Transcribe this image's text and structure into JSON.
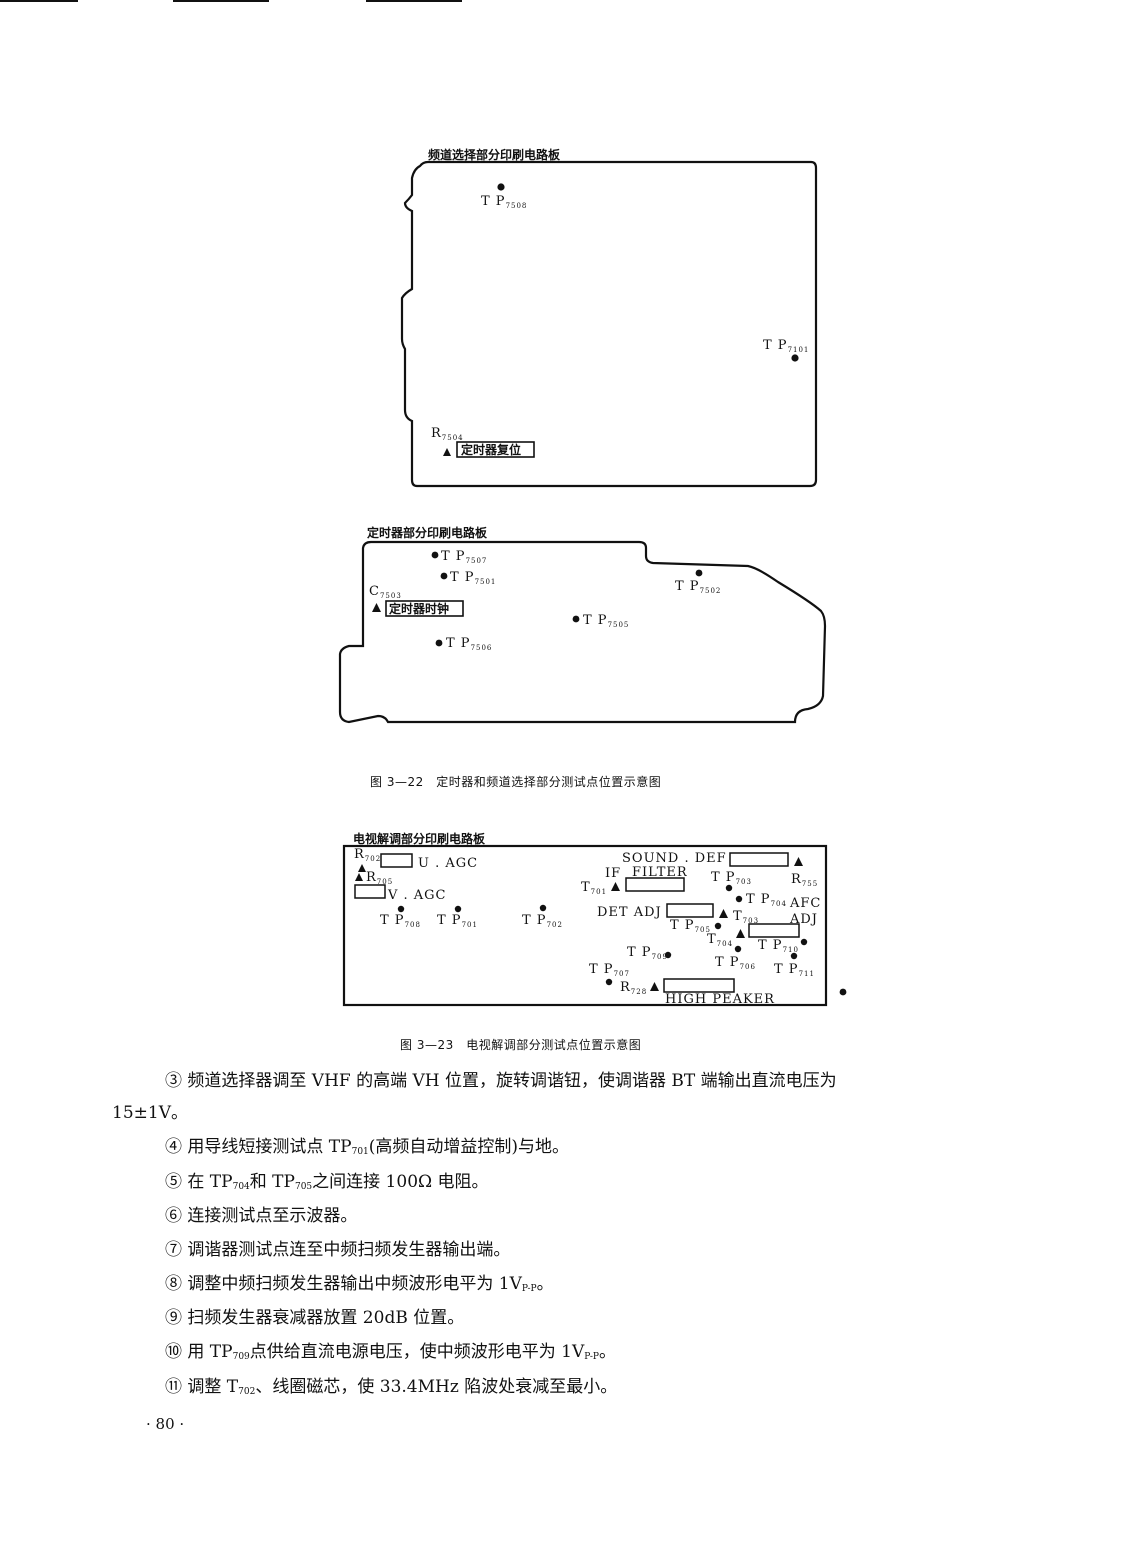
{
  "figure_a": {
    "board_channel_title": "频道选择部分印刷电路板",
    "board_channel": {
      "tp7508": {
        "base": "T P",
        "sub": "7508"
      },
      "tp7101": {
        "base": "T P",
        "sub": "7101"
      },
      "r7504": {
        "base": "R",
        "sub": "7504"
      },
      "box_label": "定时器复位"
    },
    "board_timer_title": "定时器部分印刷电路板",
    "board_timer": {
      "tp7507": {
        "base": "T P",
        "sub": "7507"
      },
      "tp7501": {
        "base": "T P",
        "sub": "7501"
      },
      "tp7502": {
        "base": "T P",
        "sub": "7502"
      },
      "tp7505": {
        "base": "T P",
        "sub": "7505"
      },
      "tp7506": {
        "base": "T P",
        "sub": "7506"
      },
      "c7503": {
        "base": "C",
        "sub": "7503"
      },
      "box_label": "定时器时钟"
    },
    "caption": "图 3—22　定时器和频道选择部分测试点位置示意图"
  },
  "figure_b": {
    "board_title": "电视解调部分印刷电路板",
    "labels": {
      "r702": {
        "base": "R",
        "sub": "702"
      },
      "u_agc": "U . AGC",
      "r705": {
        "base": "R",
        "sub": "705"
      },
      "v_agc": "V . AGC",
      "tp708": {
        "base": "T P",
        "sub": "708"
      },
      "tp701": {
        "base": "T P",
        "sub": "701"
      },
      "tp702": {
        "base": "T P",
        "sub": "702"
      },
      "sound_def": "SOUND . DEF",
      "r755": {
        "base": "R",
        "sub": "755"
      },
      "if": "IF",
      "filter": "FILTER",
      "t701": {
        "base": "T",
        "sub": "701"
      },
      "tp703": {
        "base": "T P",
        "sub": "703"
      },
      "tp704": {
        "base": "T P",
        "sub": "704"
      },
      "afc": "AFC",
      "adj2": "ADJ",
      "det_adj": "DET  ADJ",
      "t703": {
        "base": "T",
        "sub": "703"
      },
      "tp705": {
        "base": "T P",
        "sub": "705"
      },
      "t704": {
        "base": "T",
        "sub": "704"
      },
      "tp710": {
        "base": "T P",
        "sub": "710"
      },
      "tp709": {
        "base": "T P",
        "sub": "709"
      },
      "tp706": {
        "base": "T P",
        "sub": "706"
      },
      "tp711": {
        "base": "T P",
        "sub": "711"
      },
      "tp707": {
        "base": "T P",
        "sub": "707"
      },
      "r728": {
        "base": "R",
        "sub": "728"
      },
      "high_peaker": "HIGH PEAKER"
    },
    "caption": "图 3—23　电视解调部分测试点位置示意图"
  },
  "steps": [
    {
      "num": "③",
      "text": "频道选择器调至 VHF 的高端 VH 位置，旋转调谐钮，使调谐器 BT 端输出直流电压为"
    },
    {
      "num": "",
      "text": "15±1V。"
    },
    {
      "num": "④",
      "pre": "用导线短接测试点 TP",
      "sub": "701",
      "post": "(高频自动增益控制)与地。"
    },
    {
      "num": "⑤",
      "pre": "在 TP",
      "sub": "704",
      "mid": "和 TP",
      "sub2": "705",
      "post": "之间连接 100Ω 电阻。"
    },
    {
      "num": "⑥",
      "text": "连接测试点至示波器。"
    },
    {
      "num": "⑦",
      "text": "调谐器测试点连至中频扫频发生器输出端。"
    },
    {
      "num": "⑧",
      "pre": "调整中频扫频发生器输出中频波形电平为 1V",
      "sub": "P-P",
      "post": "。"
    },
    {
      "num": "⑨",
      "text": "扫频发生器衰减器放置 20dB 位置。"
    },
    {
      "num": "⑩",
      "pre": "用 TP",
      "sub": "709",
      "mid": "点供给直流电源电压，使中频波形电平为 1V",
      "sub2": "P-P",
      "post": "。"
    },
    {
      "num": "⑪",
      "pre": "调整 T",
      "sub": "702",
      "post": "、线圈磁芯，使 33.4MHz 陷波处衰减至最小。"
    }
  ],
  "page_number": "· 80 ·"
}
